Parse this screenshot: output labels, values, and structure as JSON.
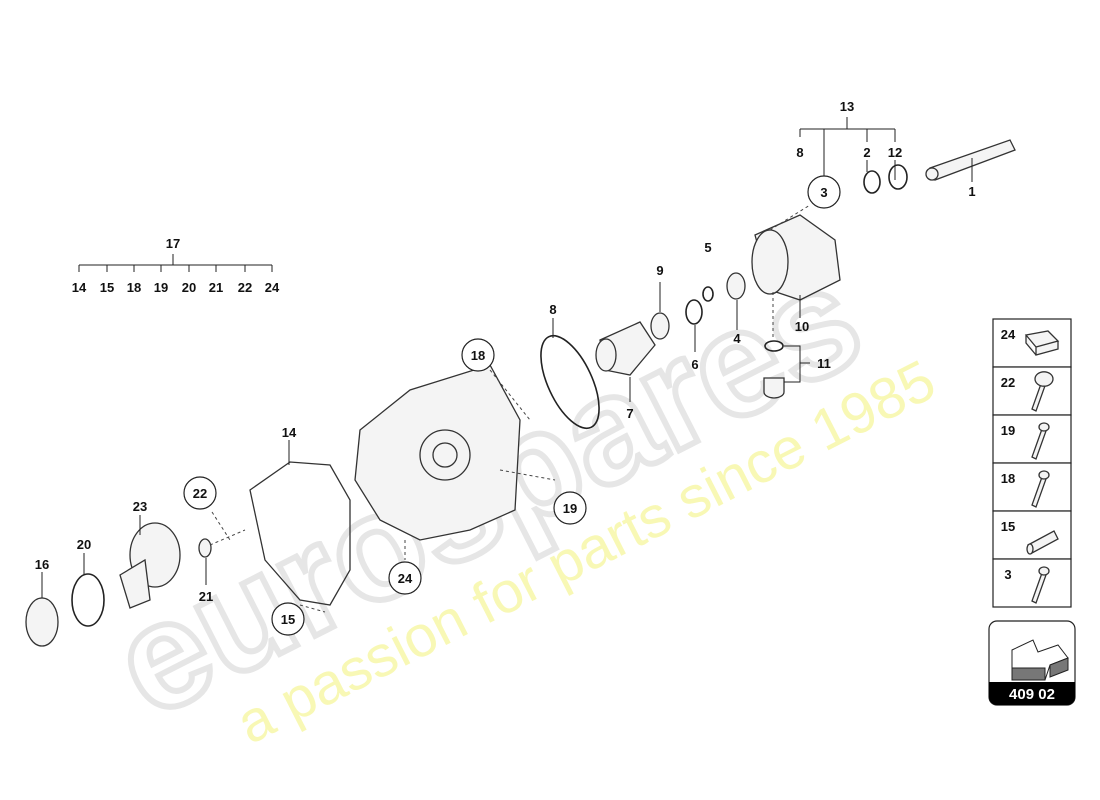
{
  "diagram": {
    "watermark": {
      "logo": "eurospares",
      "tagline": "a passion for parts since 1985"
    },
    "group_labels": {
      "group_17": "17",
      "group_17_members": [
        "14",
        "15",
        "18",
        "19",
        "20",
        "21",
        "22",
        "24"
      ],
      "group_13": "13",
      "group_13_members": [
        "8",
        "2",
        "12"
      ]
    },
    "part_labels": [
      "1",
      "2",
      "12",
      "8",
      "3",
      "5",
      "9",
      "4",
      "10",
      "11",
      "8",
      "6",
      "7",
      "18",
      "14",
      "22",
      "23",
      "20",
      "16",
      "21",
      "19",
      "24",
      "15"
    ],
    "legend": {
      "items": [
        {
          "number": "24",
          "icon": "block-icon"
        },
        {
          "number": "22",
          "icon": "flange-bolt-icon"
        },
        {
          "number": "19",
          "icon": "bolt-icon"
        },
        {
          "number": "18",
          "icon": "bolt-icon"
        },
        {
          "number": "15",
          "icon": "dowel-sleeve-icon"
        },
        {
          "number": "3",
          "icon": "bolt-icon"
        }
      ]
    },
    "page_ref": {
      "number": "409 02",
      "icon": "direction-arrow-icon"
    }
  }
}
